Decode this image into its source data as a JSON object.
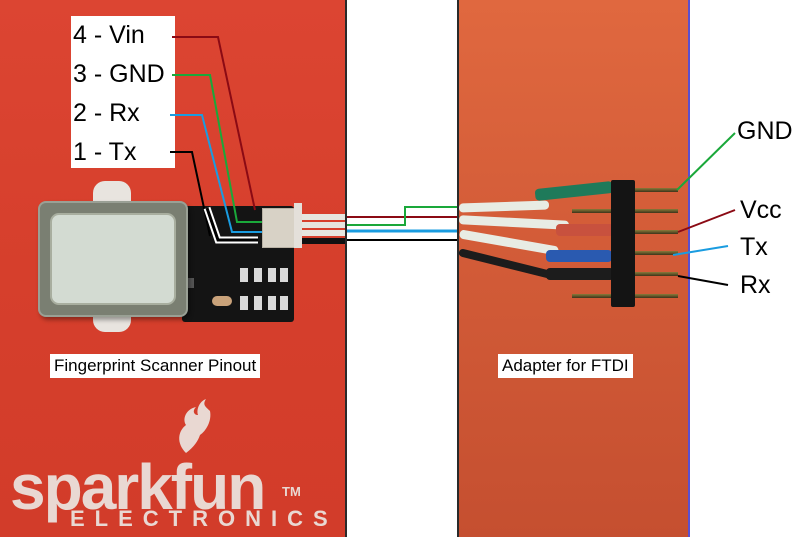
{
  "left_panel": {
    "caption": "Fingerprint Scanner Pinout",
    "pins": [
      {
        "label": "4 - Vin",
        "color": "#8b0a14"
      },
      {
        "label": "3 - GND",
        "color": "#1aa83a"
      },
      {
        "label": "2 - Rx",
        "color": "#1a9ce0"
      },
      {
        "label": "1 - Tx",
        "color": "#000000"
      }
    ],
    "logo": {
      "name": "sparkfun",
      "tm": "TM",
      "subtitle": "ELECTRONICS"
    }
  },
  "right_panel": {
    "caption": "Adapter for FTDI",
    "pins": [
      {
        "label": "GND",
        "color": "#1aa83a"
      },
      {
        "label": "Vcc",
        "color": "#8b0a14"
      },
      {
        "label": "Tx",
        "color": "#1a9ce0"
      },
      {
        "label": "Rx",
        "color": "#000000"
      }
    ]
  },
  "colors": {
    "vin": "#8b0a14",
    "gnd": "#1aa83a",
    "rx_tx_blue": "#1a9ce0",
    "tx_black": "#000000",
    "board_red": "#d8402e",
    "board_orange": "#d35c38"
  }
}
